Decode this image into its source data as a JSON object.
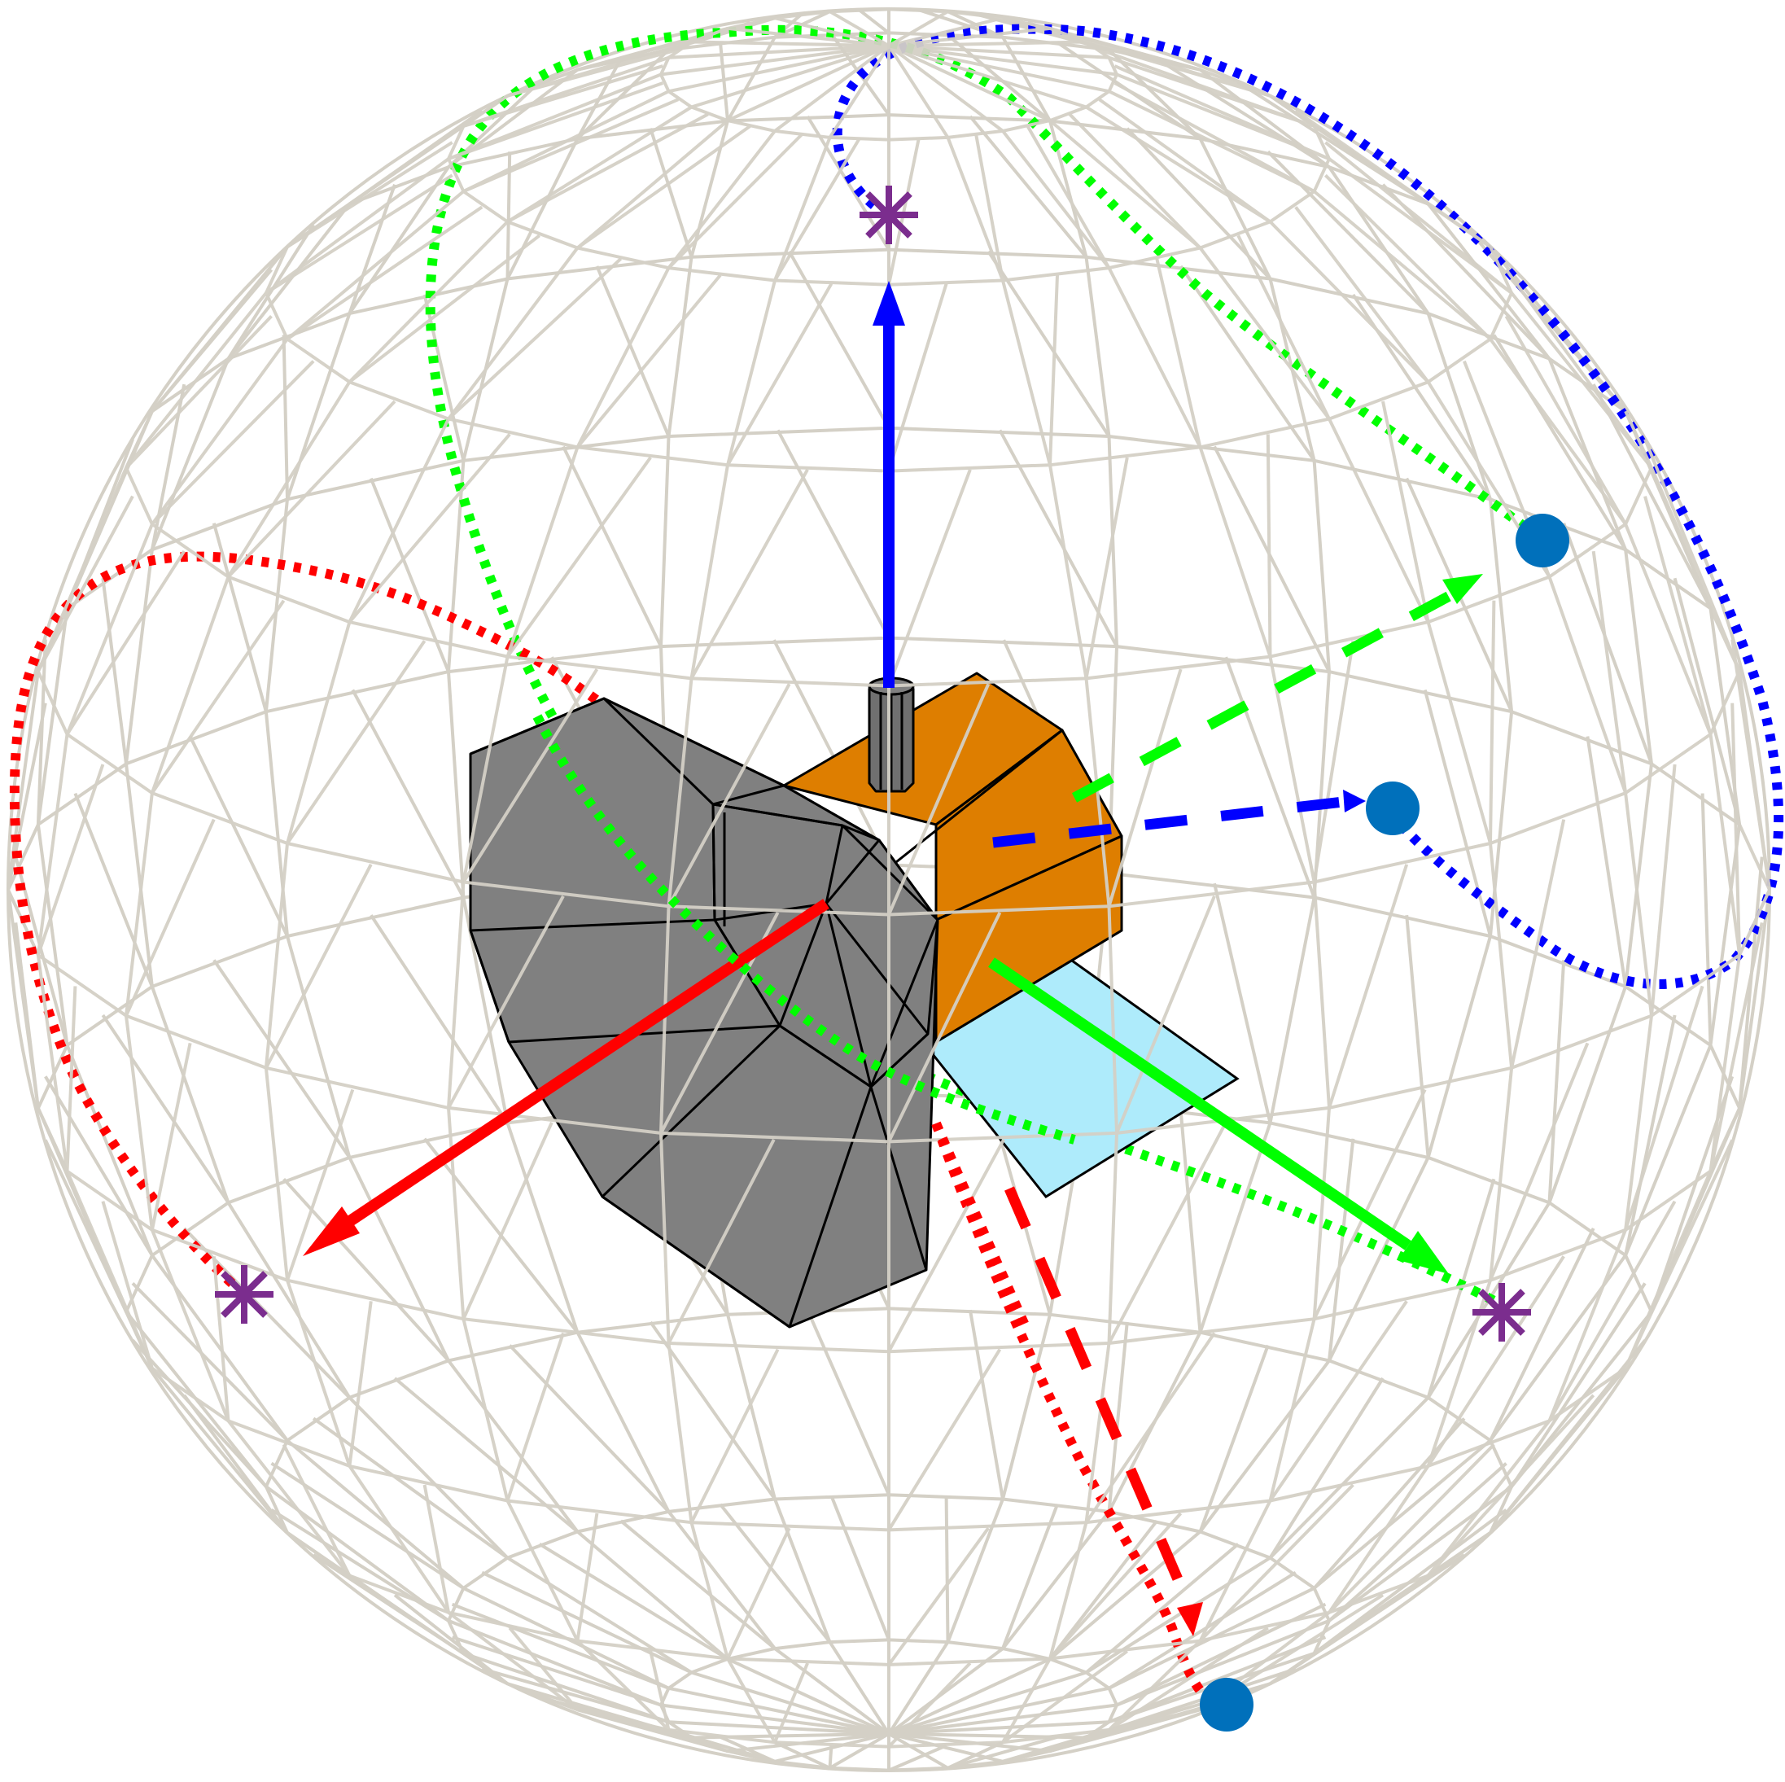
{
  "colors": {
    "sphere_grid": "#d4d0c6",
    "body_gray": "#808080",
    "body_orange": "#de7e00",
    "solar_panel": "#aeebfb",
    "axis_x": "#ff0000",
    "axis_y": "#00ff00",
    "axis_z": "#0000ff",
    "star": "#7b2d8e",
    "point": "#0070bb"
  },
  "axes": [
    {
      "name": "x-axis",
      "color": "#ff0000"
    },
    {
      "name": "y-axis",
      "color": "#00ff00"
    },
    {
      "name": "z-axis",
      "color": "#0000ff"
    }
  ],
  "markers": {
    "star_icon": "asterisk-star",
    "point_icon": "filled-circle"
  }
}
